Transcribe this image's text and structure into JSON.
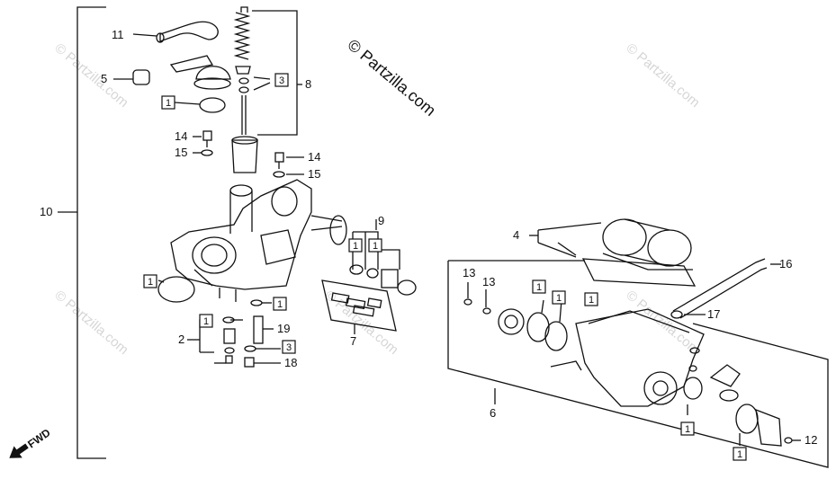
{
  "watermark": {
    "main": "© Partzilla.com",
    "faint": "© Partzilla.com"
  },
  "fwd_label": "FWD",
  "callouts": {
    "n11": "11",
    "n5": "5",
    "n14a": "14",
    "n15a": "15",
    "n8": "8",
    "n14b": "14",
    "n15b": "15",
    "n10": "10",
    "n9": "9",
    "n7": "7",
    "n2": "2",
    "n19": "19",
    "n18": "18",
    "n4": "4",
    "n13a": "13",
    "n13b": "13",
    "n16": "16",
    "n17": "17",
    "n6": "6",
    "n12": "12"
  },
  "boxed": {
    "b1": "1",
    "b3a": "3",
    "b1b": "1",
    "b1c": "1",
    "b1d": "1",
    "b1e": "1",
    "b3b": "3",
    "b1f": "1",
    "b1g": "1",
    "b1h": "1",
    "b1i": "1",
    "b1j": "1",
    "b1k": "1"
  }
}
